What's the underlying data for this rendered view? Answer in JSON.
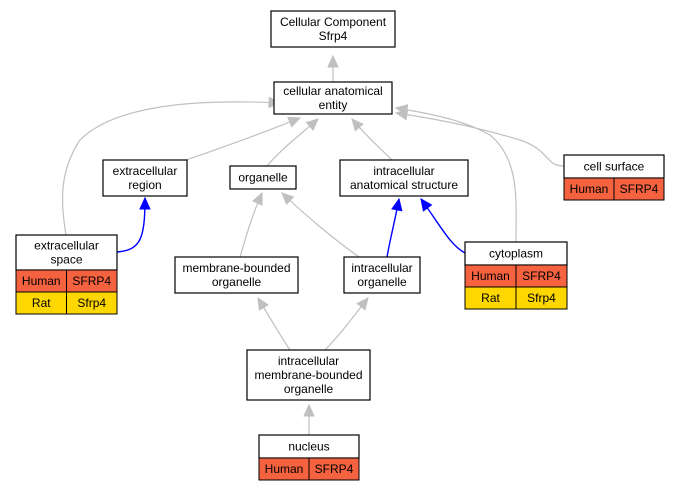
{
  "nodes": {
    "root": [
      "Cellular Component",
      "Sfrp4"
    ],
    "cae": [
      "cellular anatomical",
      "entity"
    ],
    "extracellular_region": [
      "extracellular",
      "region"
    ],
    "organelle": [
      "organelle"
    ],
    "intracellular_anatomical_structure": [
      "intracellular",
      "anatomical structure"
    ],
    "cell_surface": [
      "cell surface"
    ],
    "extracellular_space": [
      "extracellular",
      "space"
    ],
    "membrane_bounded_organelle": [
      "membrane-bounded",
      "organelle"
    ],
    "intracellular_organelle": [
      "intracellular",
      "organelle"
    ],
    "cytoplasm": [
      "cytoplasm"
    ],
    "intracellular_membrane_bounded_organelle": [
      "intracellular",
      "membrane-bounded",
      "organelle"
    ],
    "nucleus": [
      "nucleus"
    ]
  },
  "annotations": {
    "cell_surface": [
      [
        "Human",
        "SFRP4"
      ]
    ],
    "extracellular_space": [
      [
        "Human",
        "SFRP4"
      ],
      [
        "Rat",
        "Sfrp4"
      ]
    ],
    "cytoplasm": [
      [
        "Human",
        "SFRP4"
      ],
      [
        "Rat",
        "Sfrp4"
      ]
    ],
    "nucleus": [
      [
        "Human",
        "SFRP4"
      ]
    ]
  },
  "edges": [
    {
      "from": "cae",
      "to": "root",
      "type": "is_a",
      "color": "#c0c0c0"
    },
    {
      "from": "extracellular_region",
      "to": "cae",
      "type": "is_a",
      "color": "#c0c0c0"
    },
    {
      "from": "organelle",
      "to": "cae",
      "type": "is_a",
      "color": "#c0c0c0"
    },
    {
      "from": "intracellular_anatomical_structure",
      "to": "cae",
      "type": "is_a",
      "color": "#c0c0c0"
    },
    {
      "from": "cell_surface",
      "to": "cae",
      "type": "is_a",
      "color": "#c0c0c0"
    },
    {
      "from": "extracellular_space",
      "to": "cae",
      "type": "is_a",
      "color": "#c0c0c0"
    },
    {
      "from": "cytoplasm",
      "to": "cae",
      "type": "is_a",
      "color": "#c0c0c0"
    },
    {
      "from": "extracellular_space",
      "to": "extracellular_region",
      "type": "part_of",
      "color": "#0000ff"
    },
    {
      "from": "membrane_bounded_organelle",
      "to": "organelle",
      "type": "is_a",
      "color": "#c0c0c0"
    },
    {
      "from": "intracellular_organelle",
      "to": "organelle",
      "type": "is_a",
      "color": "#c0c0c0"
    },
    {
      "from": "intracellular_organelle",
      "to": "intracellular_anatomical_structure",
      "type": "part_of",
      "color": "#0000ff"
    },
    {
      "from": "cytoplasm",
      "to": "intracellular_anatomical_structure",
      "type": "part_of",
      "color": "#0000ff"
    },
    {
      "from": "intracellular_membrane_bounded_organelle",
      "to": "membrane_bounded_organelle",
      "type": "is_a",
      "color": "#c0c0c0"
    },
    {
      "from": "intracellular_membrane_bounded_organelle",
      "to": "intracellular_organelle",
      "type": "is_a",
      "color": "#c0c0c0"
    },
    {
      "from": "nucleus",
      "to": "intracellular_membrane_bounded_organelle",
      "type": "is_a",
      "color": "#c0c0c0"
    }
  ],
  "colors": {
    "human": "#f4623f",
    "rat": "#ffd700",
    "is_a_edge": "#c0c0c0",
    "part_of_edge": "#0000ff"
  }
}
